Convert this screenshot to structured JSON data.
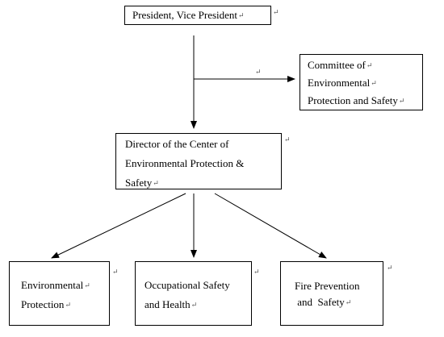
{
  "diagram": {
    "nodes": {
      "president": {
        "lines": [
          "President, Vice President"
        ]
      },
      "committee": {
        "lines": [
          "Committee of",
          "Environmental",
          "Protection and Safety"
        ]
      },
      "director": {
        "lines": [
          "Director of the Center of",
          "Environmental Protection &",
          "Safety"
        ]
      },
      "environmental": {
        "lines": [
          "Environmental",
          "Protection"
        ]
      },
      "occupational": {
        "lines": [
          "Occupational Safety",
          "and Health"
        ]
      },
      "fire": {
        "lines": [
          "Fire Prevention",
          " and  Safety"
        ]
      }
    },
    "edges": [
      {
        "from": "president",
        "to": "director"
      },
      {
        "from": "president",
        "to": "committee"
      },
      {
        "from": "director",
        "to": "environmental"
      },
      {
        "from": "director",
        "to": "occupational"
      },
      {
        "from": "director",
        "to": "fire"
      }
    ],
    "paragraph_mark": "↵",
    "colors": {
      "line": "#000000",
      "mark": "#555555",
      "background": "#ffffff"
    }
  }
}
